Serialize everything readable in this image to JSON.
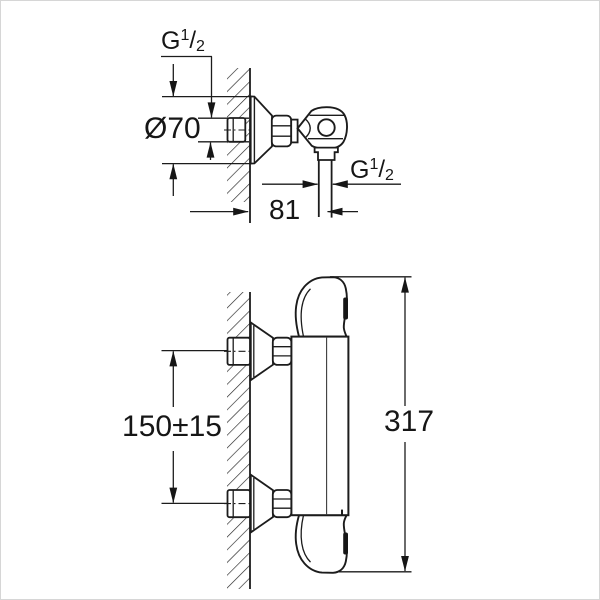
{
  "meta": {
    "description": "Technical installation dimension drawing of a wall-mounted thermostatic shower mixer, two views (side view and front view)",
    "background_color": "#ffffff",
    "line_color": "#1c1c1c",
    "frame_border_color": "#d6d6d6"
  },
  "drawing": {
    "views": {
      "side_view": {
        "labels": {
          "inlet_thread": {
            "letter": "G",
            "numerator": "1",
            "slash": "/",
            "denominator": "2"
          },
          "escutcheon_diameter": "Ø70",
          "wall_projection": "81",
          "outlet_thread": {
            "letter": "G",
            "numerator": "1",
            "slash": "/",
            "denominator": "2"
          }
        }
      },
      "front_view": {
        "labels": {
          "connection_spacing": "150±15",
          "overall_height": "317"
        }
      }
    }
  }
}
